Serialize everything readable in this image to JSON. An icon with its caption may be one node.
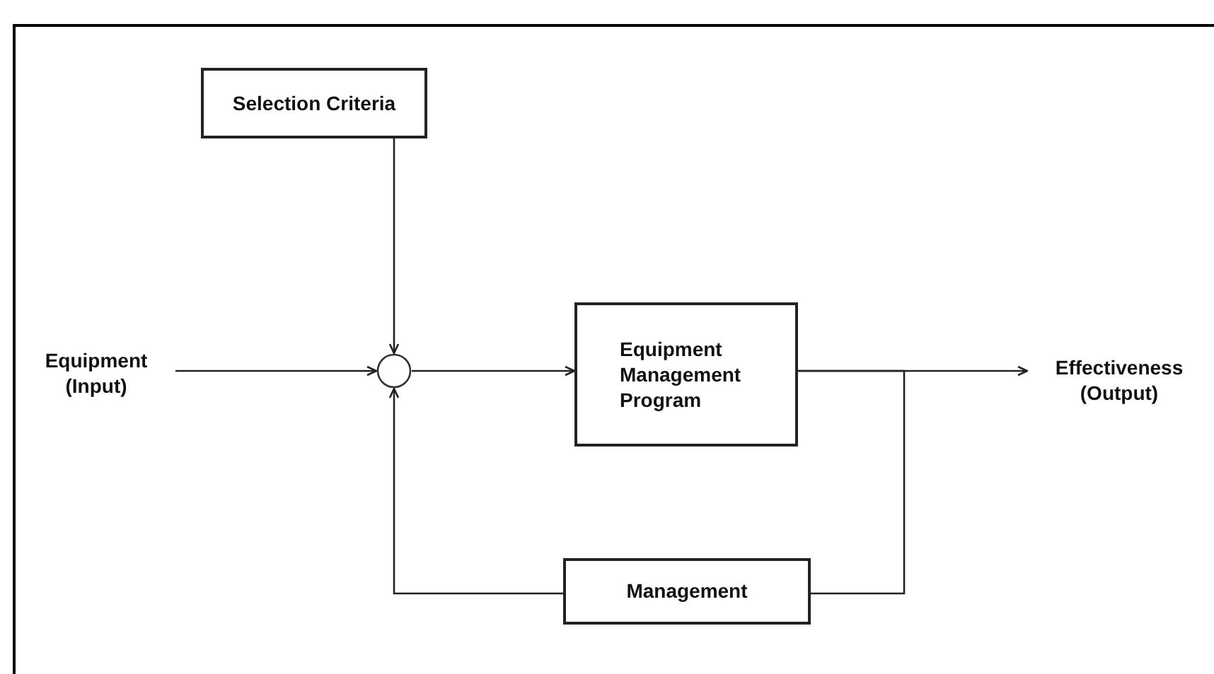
{
  "diagram": {
    "nodes": [
      {
        "text": [
          "Selection Criteria"
        ]
      },
      {
        "text": [
          "Equipment (Input)"
        ]
      },
      {
        "text": [],
        "shape": "circle"
      },
      {
        "text": [
          "Equipment Management Program"
        ]
      },
      {
        "text": [
          "Effectiveness (Output)"
        ]
      },
      {
        "text": [
          "Management"
        ]
      }
    ],
    "edges": [
      {
        "from": 0,
        "to": 2,
        "arrow": "to"
      },
      {
        "from": 1,
        "to": 2,
        "arrow": "to"
      },
      {
        "from": 2,
        "to": 3,
        "arrow": "to"
      },
      {
        "from": 3,
        "to": 4,
        "arrow": "to"
      },
      {
        "from": 3,
        "to": 5,
        "arrow": "none"
      },
      {
        "from": 5,
        "to": 2,
        "arrow": "to"
      }
    ]
  }
}
